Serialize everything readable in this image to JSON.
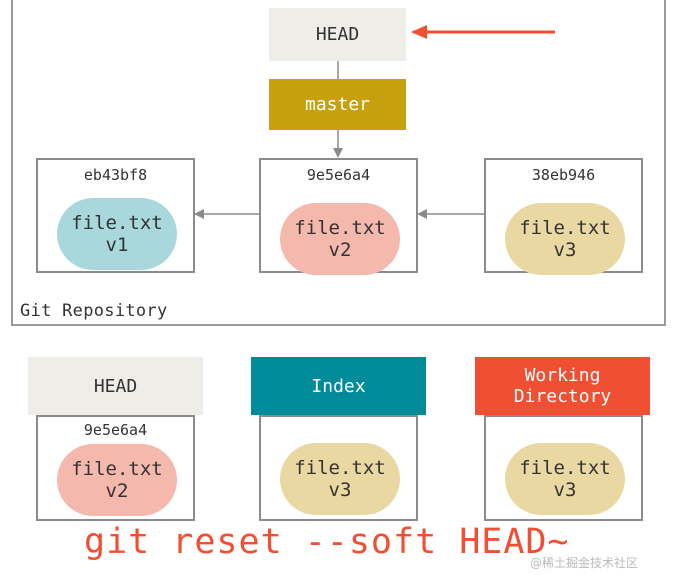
{
  "repository": {
    "label": "Git Repository",
    "head": "HEAD",
    "branch": "master",
    "commits": [
      {
        "hash": "eb43bf8",
        "file": "file.txt",
        "version": "v1"
      },
      {
        "hash": "9e5e6a4",
        "file": "file.txt",
        "version": "v2"
      },
      {
        "hash": "38eb946",
        "file": "file.txt",
        "version": "v3"
      }
    ]
  },
  "areas": [
    {
      "title": "HEAD",
      "hash": "9e5e6a4",
      "file": "file.txt",
      "version": "v2"
    },
    {
      "title": "Index",
      "file": "file.txt",
      "version": "v3"
    },
    {
      "title": "Working\nDirectory",
      "file": "file.txt",
      "version": "v3"
    }
  ],
  "command": "git reset --soft HEAD~",
  "watermark": "@稀土掘金技术社区",
  "colors": {
    "head": "#efede8",
    "branch": "#c6a00d",
    "index": "#008b9a",
    "working_directory": "#f04f32",
    "blob_v1": "#a9d8dc",
    "blob_v2": "#f4b8ad",
    "blob_v3": "#ead8a3",
    "arrow_red": "#f04f32"
  }
}
